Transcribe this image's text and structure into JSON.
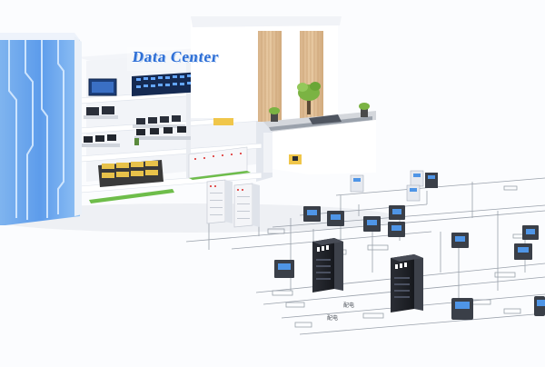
{
  "building": {
    "sign_text": "Data Center"
  },
  "labels": {
    "dist_a": "配电",
    "dist_b": "配电"
  }
}
